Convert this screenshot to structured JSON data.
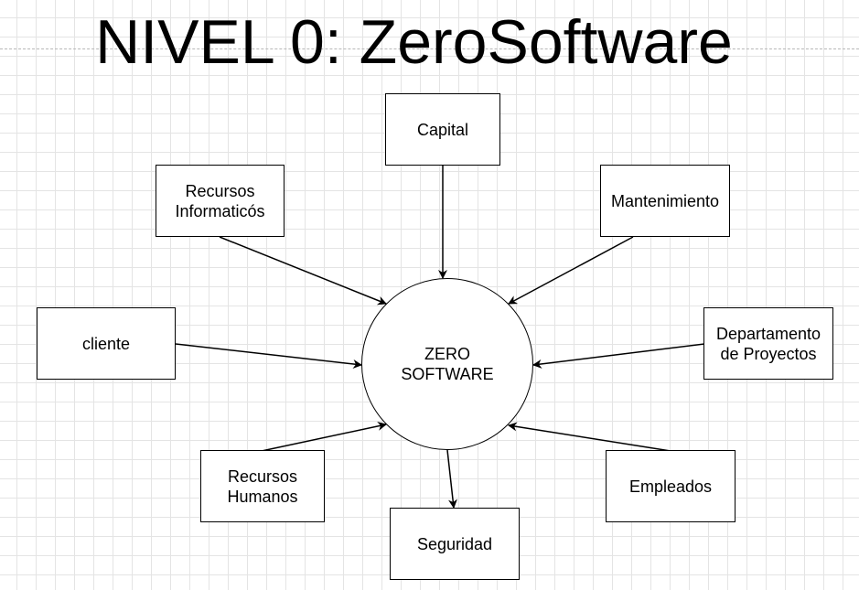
{
  "title": "NIVEL 0: ZeroSoftware",
  "center": {
    "label": "ZERO\nSOFTWARE"
  },
  "nodes": [
    {
      "id": "capital",
      "label": "Capital"
    },
    {
      "id": "recursos-informaticos",
      "label": "Recursos\nInformaticós"
    },
    {
      "id": "mantenimiento",
      "label": "Mantenimiento"
    },
    {
      "id": "cliente",
      "label": "cliente"
    },
    {
      "id": "departamento-proyectos",
      "label": "Departamento\nde Proyectos"
    },
    {
      "id": "recursos-humanos",
      "label": "Recursos\nHumanos"
    },
    {
      "id": "empleados",
      "label": "Empleados"
    },
    {
      "id": "seguridad",
      "label": "Seguridad"
    }
  ],
  "flows": [
    {
      "from": "capital",
      "to": "center"
    },
    {
      "from": "recursos-informaticos",
      "to": "center"
    },
    {
      "from": "mantenimiento",
      "to": "center"
    },
    {
      "from": "cliente",
      "to": "center"
    },
    {
      "from": "departamento-proyectos",
      "to": "center"
    },
    {
      "from": "recursos-humanos",
      "to": "center"
    },
    {
      "from": "empleados",
      "to": "center"
    },
    {
      "from": "center",
      "to": "seguridad"
    }
  ]
}
